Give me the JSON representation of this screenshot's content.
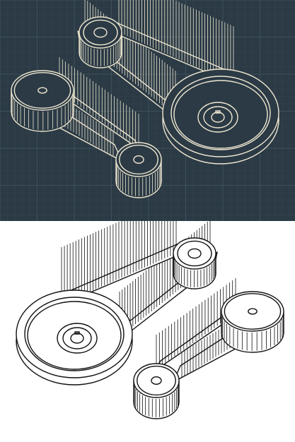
{
  "colors": {
    "blueprint_bg": "#2b3a45",
    "blueprint_grid_minor": "#34454f",
    "blueprint_grid_major": "#3e515c",
    "blueprint_line": "#efe7d0",
    "blueprint_fill": "#2b3a45",
    "sketch_bg": "#ffffff",
    "sketch_line": "#111111",
    "sketch_fill": "#ffffff"
  },
  "panels": [
    {
      "name": "blueprint-drawing",
      "style": "dark-grid",
      "mirrored": false
    },
    {
      "name": "line-drawing",
      "style": "white",
      "mirrored": true
    }
  ]
}
